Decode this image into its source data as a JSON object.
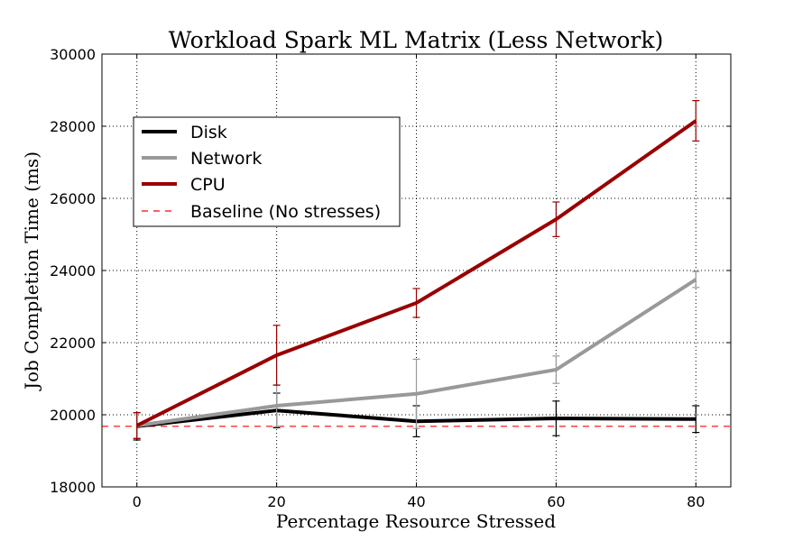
{
  "chart_data": {
    "type": "line",
    "title": "Workload Spark ML Matrix (Less Network)",
    "xlabel": "Percentage Resource Stressed",
    "ylabel": "Job Completion Time (ms)",
    "xlim": [
      -5,
      85
    ],
    "ylim": [
      18000,
      30000
    ],
    "xticks": [
      0,
      20,
      40,
      60,
      80
    ],
    "yticks": [
      18000,
      20000,
      22000,
      24000,
      26000,
      28000,
      30000
    ],
    "grid": true,
    "legend_position": "upper-left",
    "x": [
      0,
      20,
      40,
      60,
      80
    ],
    "series": [
      {
        "name": "Disk",
        "color": "#000000",
        "values": [
          19680,
          20120,
          19820,
          19900,
          19880
        ],
        "errors": [
          380,
          480,
          430,
          480,
          370
        ]
      },
      {
        "name": "Network",
        "color": "#999999",
        "values": [
          19700,
          20250,
          20580,
          21250,
          23750
        ],
        "errors": [
          350,
          580,
          960,
          380,
          220
        ]
      },
      {
        "name": "CPU",
        "color": "#990000",
        "values": [
          19700,
          21650,
          23100,
          25420,
          28150
        ],
        "errors": [
          360,
          830,
          400,
          480,
          560
        ]
      }
    ],
    "baseline": {
      "name": "Baseline (No stresses)",
      "value": 19680,
      "color": "#ff0000",
      "style": "dashed"
    }
  }
}
